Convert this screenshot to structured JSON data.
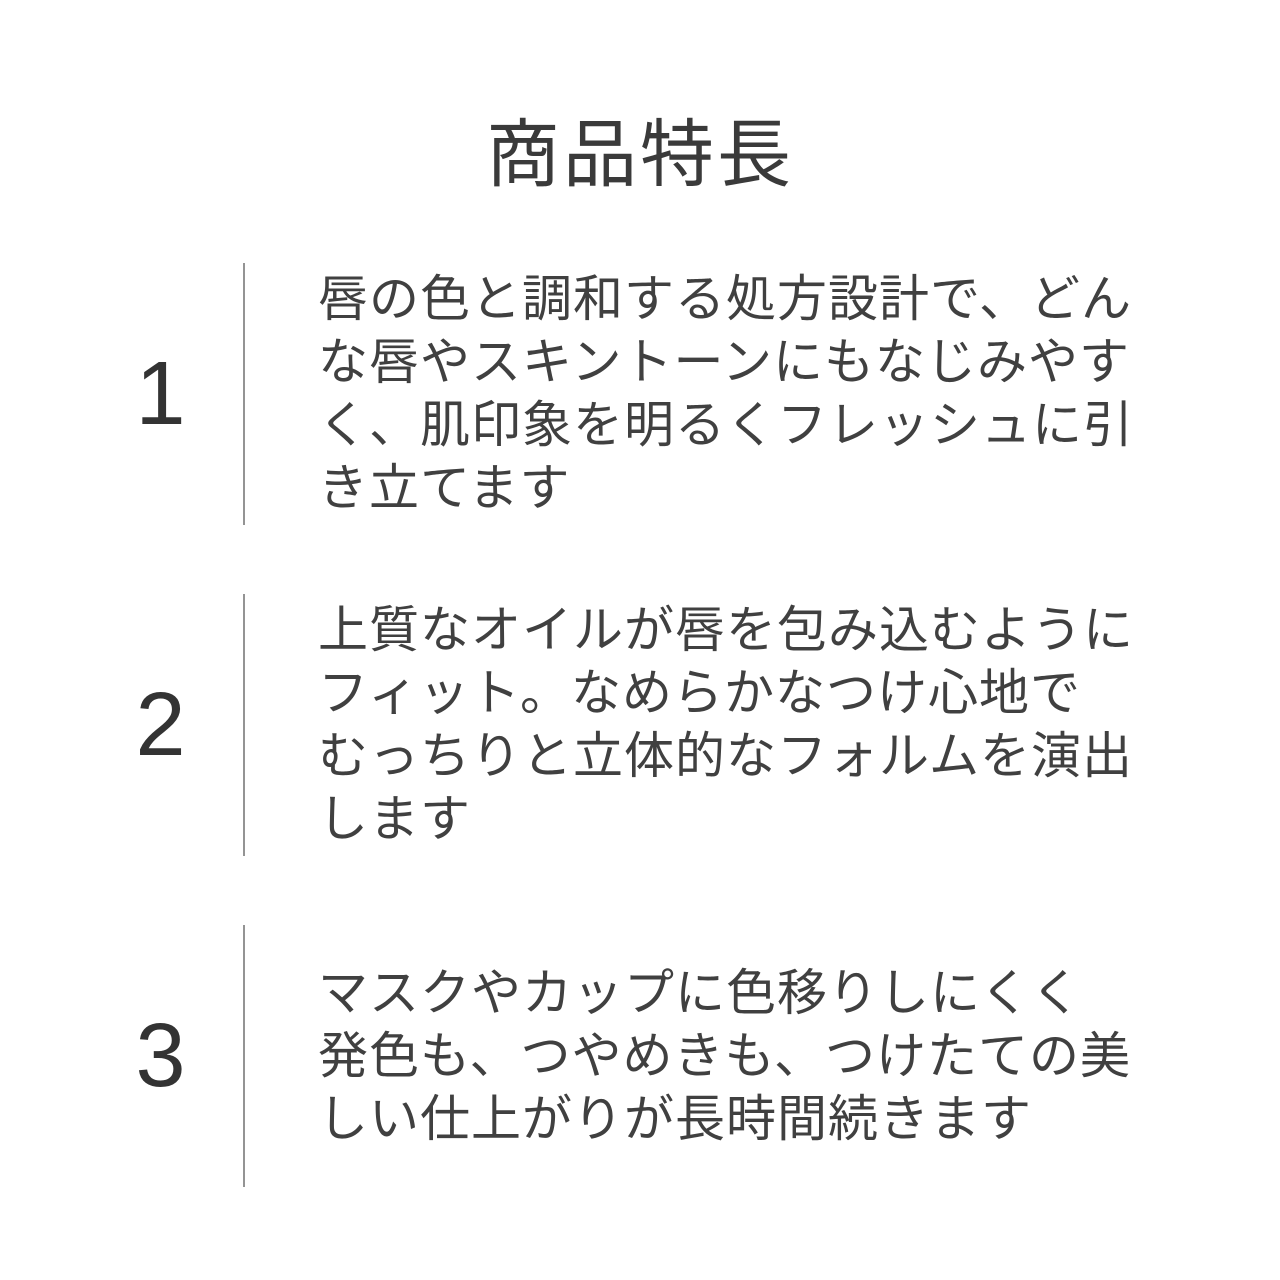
{
  "page": {
    "title": "商品特長",
    "colors": {
      "background": "#ffffff",
      "title_text": "#3a3a3a",
      "body_text": "#404040",
      "number_text": "#333333",
      "divider": "#949494"
    }
  },
  "features": [
    {
      "number": "1",
      "text": "唇の色と調和する処方設計で、どん\nな唇やスキントーンにもなじみやす\nく、肌印象を明るくフレッシュに引\nき立てます"
    },
    {
      "number": "2",
      "text": "上質なオイルが唇を包み込むように\nフィット。なめらかなつけ心地で\nむっちりと立体的なフォルムを演出\nします"
    },
    {
      "number": "3",
      "text": "マスクやカップに色移りしにくく\n発色も、つやめきも、つけたての美\nしい仕上がりが長時間続きます"
    }
  ]
}
